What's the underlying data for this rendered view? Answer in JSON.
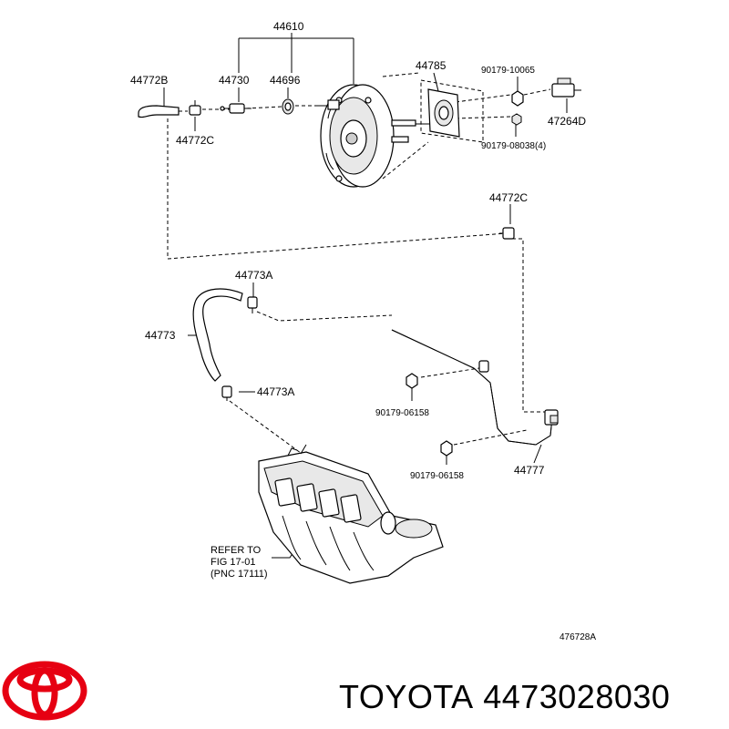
{
  "diagram": {
    "labels": {
      "booster_assy": "44610",
      "hose_b": "44772B",
      "check_valve": "44730",
      "grommet": "44696",
      "gasket": "44785",
      "nut_top": "90179-10065",
      "clamp_c_top": "44772C",
      "bracket": "47264D",
      "nut_4": "90179-08038(4)",
      "clamp_c_mid": "44772C",
      "clamp_a_top": "44773A",
      "hose_44773": "44773",
      "clamp_a_bottom": "44773A",
      "nut_mid": "90179-06158",
      "nut_low": "90179-06158",
      "pipe": "44777",
      "refer_line1": "REFER TO",
      "refer_line2": "FIG 17-01",
      "refer_line3": "(PNC 17111)",
      "illustration_code": "476728A"
    }
  },
  "brand": {
    "name": "TOYOTA",
    "part_number": "4473028030",
    "logo_color": "#e60012"
  }
}
